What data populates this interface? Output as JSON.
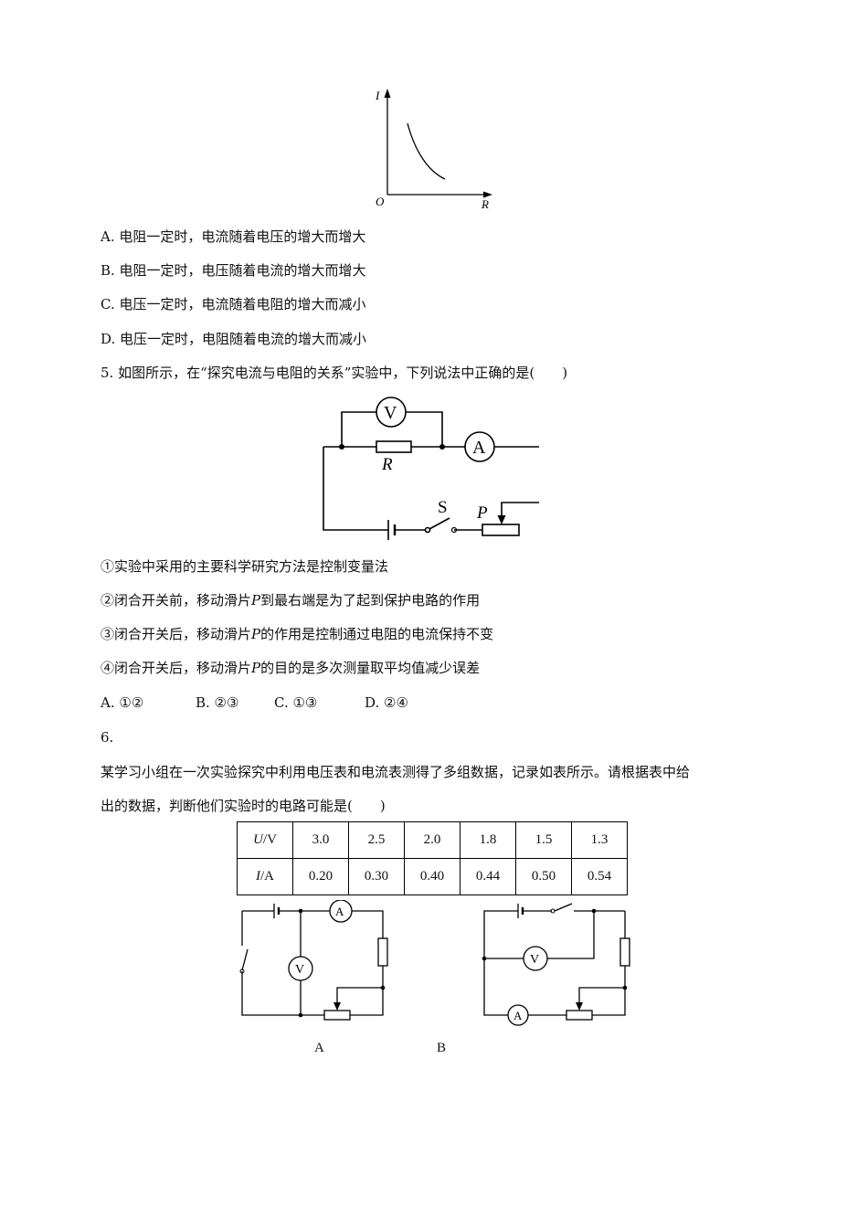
{
  "graph": {
    "axis_y": "I",
    "axis_x": "R",
    "origin": "O"
  },
  "q4_options": [
    "A. 电阻一定时，电流随着电压的增大而增大",
    "B. 电阻一定时，电压随着电流的增大而增大",
    "C. 电压一定时，电流随着电阻的增大而减小",
    "D. 电压一定时，电阻随着电流的增大而减小"
  ],
  "q5": {
    "stem": "5. 如图所示，在“探究电流与电阻的关系”实验中，下列说法中正确的是(　　)",
    "circuit_labels": {
      "voltmeter": "V",
      "ammeter": "A",
      "resistor": "R",
      "switch": "S",
      "slider": "P"
    },
    "statements": {
      "s1": "①实验中采用的主要科学研究方法是控制变量法",
      "s2_pre": "②闭合开关前，移动滑片",
      "s2_var": "P",
      "s2_post": "到最右端是为了起到保护电路的作用",
      "s3_pre": "③闭合开关后，移动滑片",
      "s3_var": "P",
      "s3_post": "的作用是控制通过电阻的电流保持不变",
      "s4_pre": "④闭合开关后，移动滑片",
      "s4_var": "P",
      "s4_post": "的目的是多次测量取平均值减少误差"
    },
    "options": [
      "A. ①②",
      "B. ②③",
      "C. ①③",
      "D. ②④"
    ]
  },
  "q6": {
    "number": "6.",
    "stem_line1": "某学习小组在一次实验探究中利用电压表和电流表测得了多组数据，记录如表所示。请根据表中给",
    "stem_line2": "出的数据，判断他们实验时的电路可能是(　　)",
    "table": {
      "row_u_var": "U",
      "row_u_unit": "/V",
      "row_i_var": "I",
      "row_i_unit": "/A",
      "u_values": [
        "3.0",
        "2.5",
        "2.0",
        "1.8",
        "1.5",
        "1.3"
      ],
      "i_values": [
        "0.20",
        "0.30",
        "0.40",
        "0.44",
        "0.50",
        "0.54"
      ]
    },
    "circuit_labels": {
      "ammeter": "A",
      "voltmeter": "V"
    },
    "choice_a": "A",
    "choice_b": "B"
  }
}
